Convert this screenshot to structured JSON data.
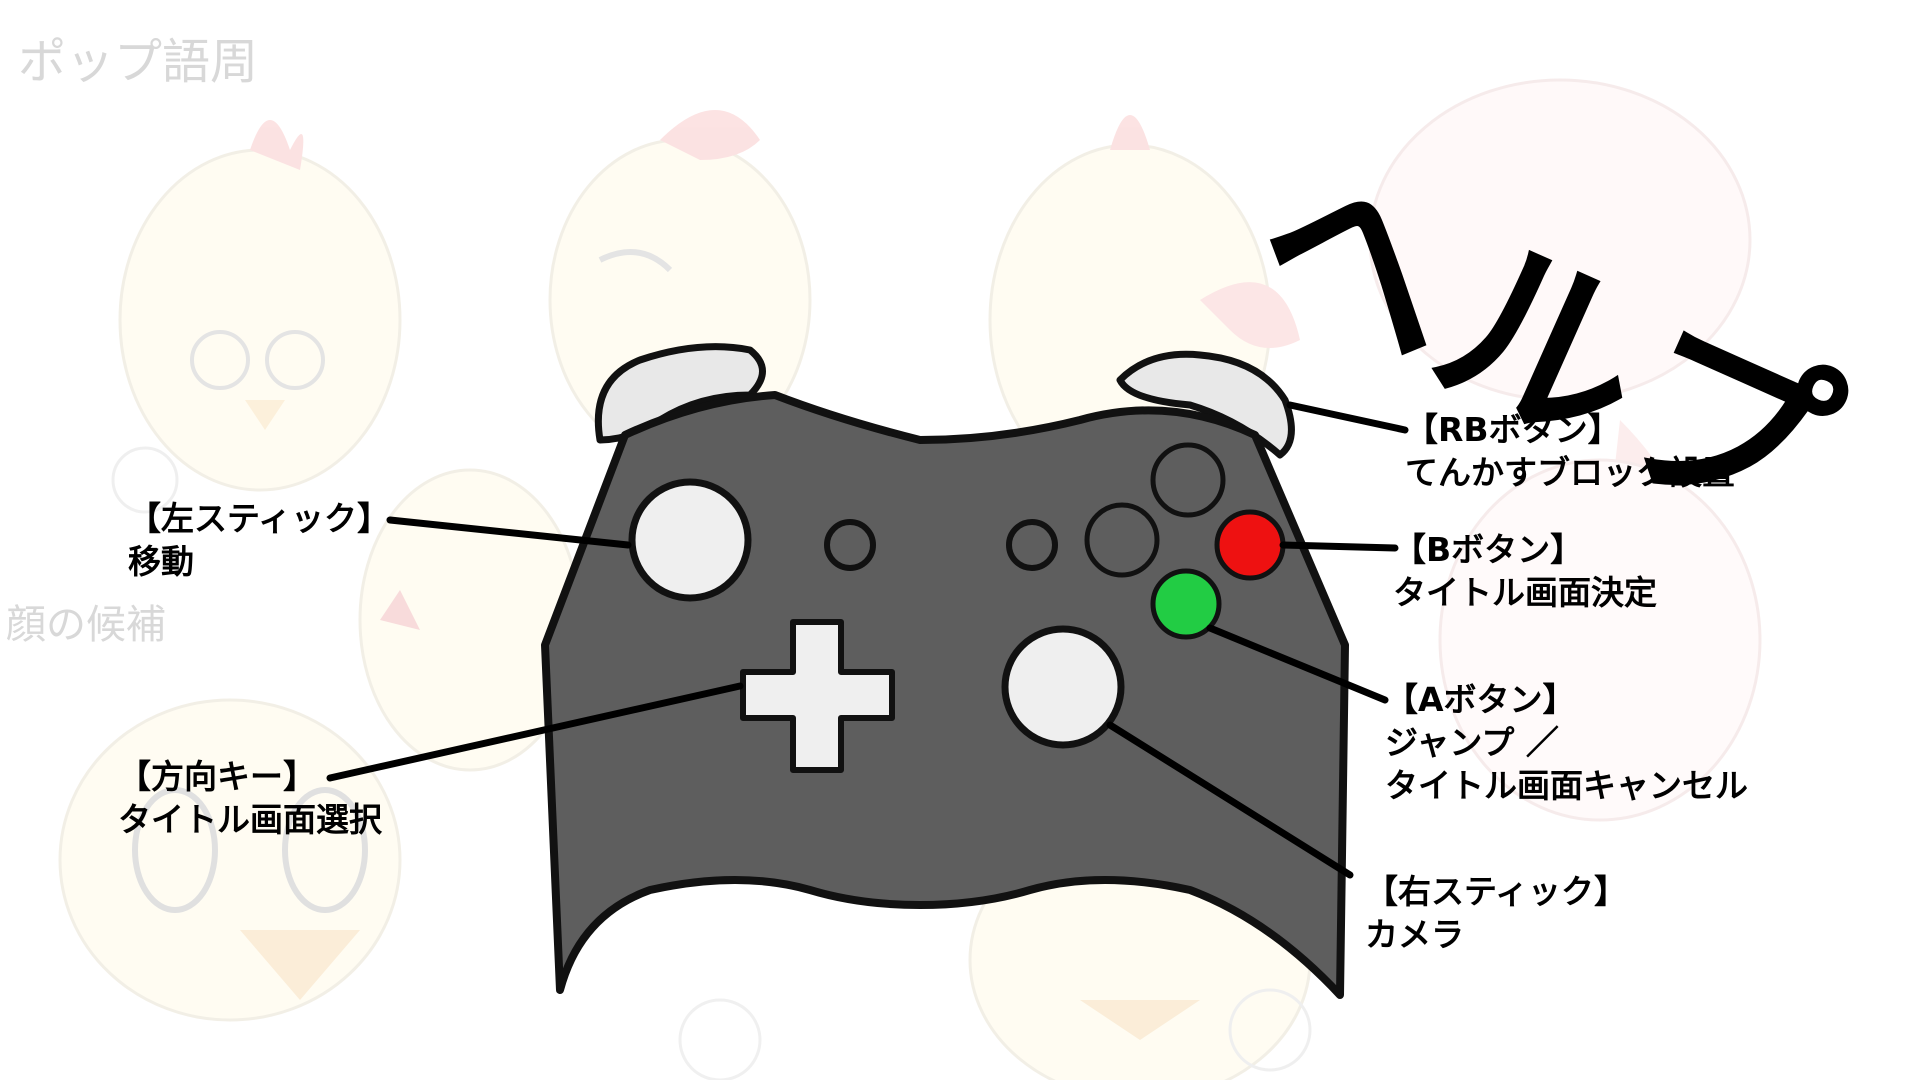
{
  "title": "ヘルプ",
  "background_sketch": {
    "top_note": "ポップ語周",
    "side_note": "顔の候補"
  },
  "controller": {
    "body_color": "#5e5e5e",
    "outline_color": "#111111",
    "button_light_color": "#efefef",
    "a_button_color": "#22cc44",
    "b_button_color": "#ee1111"
  },
  "labels": {
    "rb": {
      "heading": "【RBボタン】",
      "text": "てんかすブロック設置"
    },
    "b": {
      "heading": "【Bボタン】",
      "text": "タイトル画面決定"
    },
    "a": {
      "heading": "【Aボタン】",
      "text": "ジャンプ ／",
      "text2": "タイトル画面キャンセル"
    },
    "right_stick": {
      "heading": "【右スティック】",
      "text": "カメラ"
    },
    "left_stick": {
      "heading": "【左スティック】",
      "text": "移動"
    },
    "dpad": {
      "heading": "【方向キー】",
      "text": "タイトル画面選択"
    }
  }
}
